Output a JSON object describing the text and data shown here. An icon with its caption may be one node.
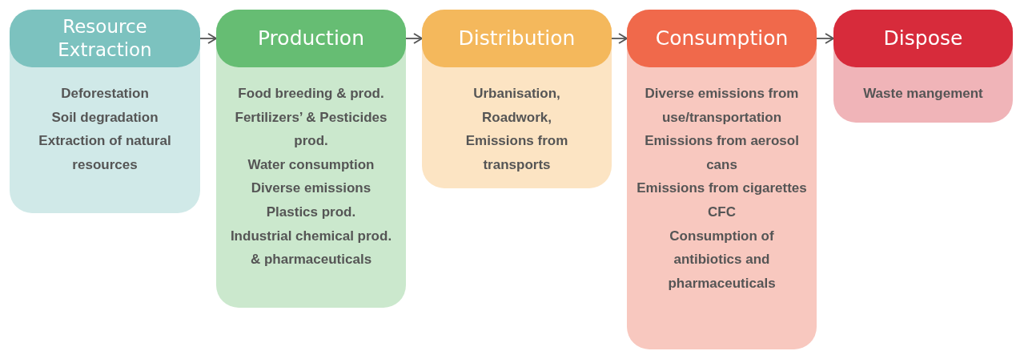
{
  "diagram": {
    "nodes": [
      {
        "text": [
          "Resource Extraction",
          "Deforestation",
          "Soil degradation",
          "Extraction of natural resources"
        ]
      },
      {
        "text": [
          "Production",
          "Food breeding & prod.",
          "Fertilizers’ & Pesticides prod.",
          "Water consumption",
          "Diverse emissions",
          "Plastics prod.",
          "Industrial chemical prod. & pharmaceuticals"
        ]
      },
      {
        "text": [
          "Distribution",
          "Urbanisation,",
          "Roadwork,",
          "Emissions from transports"
        ]
      },
      {
        "text": [
          "Consumption",
          "Diverse emissions from use/transportation",
          "Emissions from aerosol cans",
          "Emissions from cigarettes",
          "CFC",
          "Consumption of antibiotics and pharmaceuticals"
        ]
      },
      {
        "text": [
          "Dispose",
          "Waste mangement"
        ]
      }
    ],
    "edges": [
      {
        "from": 0,
        "to": 1,
        "arrow": "to"
      },
      {
        "from": 1,
        "to": 2,
        "arrow": "to"
      },
      {
        "from": 2,
        "to": 3,
        "arrow": "to"
      },
      {
        "from": 3,
        "to": 4,
        "arrow": "to"
      }
    ]
  }
}
